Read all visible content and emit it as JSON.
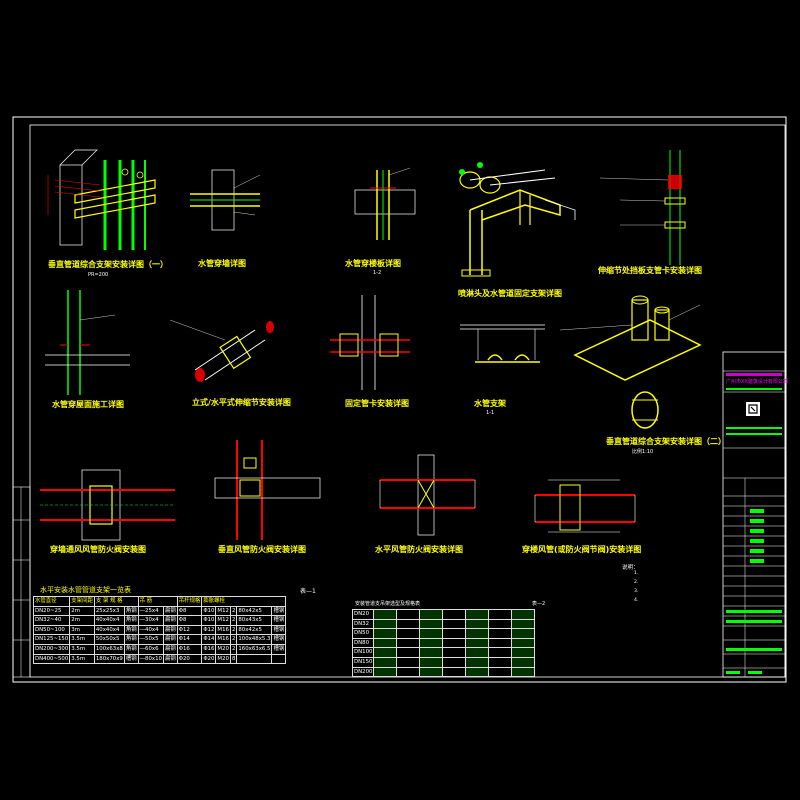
{
  "captions": {
    "d1": "垂直管道综合支架安装详图（一）",
    "d2": "水管穿墙详图",
    "d3": "水管穿楼板详图",
    "d4": "喷淋头及水管道固定支架详图",
    "d5": "伸缩节处挡板支管卡安装详图",
    "d6": "水管穿屋面施工详图",
    "d7": "立式/水平式伸缩节安装详图",
    "d8": "固定管卡安装详图",
    "d9": "水管支架",
    "d10": "垂直管道综合支架安装详图（二）",
    "d11": "穿墙通风风管防火阀安装图",
    "d12": "垂直风管防火阀安装详图",
    "d13": "水平风管防火阀安装详图",
    "d14": "穿楼风管(或防火阀节阀)安装详图"
  },
  "scale_notes": {
    "d1": "PR=200",
    "d3": "1-2",
    "d9": "1-1",
    "d10": "比例1:10"
  },
  "table1": {
    "title": "水平安装水管管道支架一览表",
    "tag": "表—1",
    "headers": [
      "水管直径",
      "支架间距",
      "支 架 规 格",
      "",
      "吊 筋",
      "",
      "吊杆规格",
      "膨胀螺栓",
      "",
      "",
      ""
    ],
    "rows": [
      [
        "DN20~25",
        "2m",
        "25x25x3",
        "角钢",
        "―25x4",
        "扁钢",
        "Φ8",
        "Φ10",
        "M12",
        "2",
        "80x42x5",
        "槽钢"
      ],
      [
        "DN32~40",
        "2m",
        "40x40x4",
        "角钢",
        "―30x4",
        "扁钢",
        "Φ8",
        "Φ10",
        "M12",
        "2",
        "80x43x5",
        "槽钢"
      ],
      [
        "DN50~100",
        "3m",
        "40x40x4",
        "角钢",
        "―40x4",
        "扁钢",
        "Φ12",
        "Φ12",
        "M16",
        "2",
        "80x42x5",
        "槽钢"
      ],
      [
        "DN125~150",
        "3.5m",
        "50x50x5",
        "角钢",
        "―50x5",
        "扁钢",
        "Φ14",
        "Φ14",
        "M16",
        "2",
        "100x48x5.3",
        "槽钢"
      ],
      [
        "DN200~300",
        "3.5m",
        "100x63x8",
        "角钢",
        "―60x6",
        "扁钢",
        "Φ16",
        "Φ16",
        "M20",
        "2",
        "160x63x6.5",
        "槽钢"
      ],
      [
        "DN400~500",
        "3.5m",
        "180x70x9",
        "槽钢",
        "―80x10",
        "扁钢",
        "Φ20",
        "Φ20",
        "M20",
        "8",
        "",
        ""
      ]
    ]
  },
  "table2": {
    "title": "安装管道支吊架选型及规格表",
    "tag": "表—2",
    "rows": [
      [
        "DN20",
        "",
        "",
        "",
        "",
        "",
        "",
        ""
      ],
      [
        "DN32",
        "",
        "",
        "",
        "",
        "",
        "",
        ""
      ],
      [
        "DN50",
        "",
        "",
        "",
        "",
        "",
        "",
        ""
      ],
      [
        "DN80",
        "",
        "",
        "",
        "",
        "",
        "",
        ""
      ],
      [
        "DN100",
        "",
        "",
        "",
        "",
        "",
        "",
        ""
      ],
      [
        "DN150",
        "",
        "",
        "",
        "",
        "",
        "",
        ""
      ],
      [
        "DN200",
        "",
        "",
        "",
        "",
        "",
        "",
        ""
      ]
    ]
  },
  "notes": {
    "heading": "说明：",
    "items": [
      "1.",
      "2.",
      "3.",
      "4."
    ]
  },
  "title_block": {
    "company": "广州市XX建筑设计有限公司",
    "logo_text": "",
    "cert": "",
    "project": "",
    "drawing_title": "",
    "sheet_no": ""
  },
  "colors": {
    "frame": "#ffffff",
    "yellow": "#ffff00",
    "green": "#00ff00",
    "red": "#ff0000",
    "magenta": "#ff00ff",
    "cyan": "#00ffff"
  }
}
